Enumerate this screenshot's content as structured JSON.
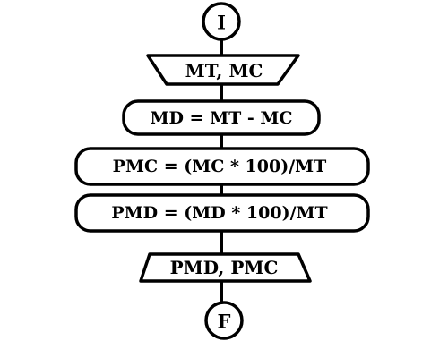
{
  "flowchart": {
    "start": {
      "label": "I"
    },
    "input": {
      "label": "MT, MC"
    },
    "steps": [
      {
        "label": "MD = MT - MC"
      },
      {
        "label": "PMC = (MC * 100)/MT"
      },
      {
        "label": "PMD = (MD * 100)/MT"
      }
    ],
    "output": {
      "label": "PMD, PMC"
    },
    "end": {
      "label": "F"
    }
  }
}
